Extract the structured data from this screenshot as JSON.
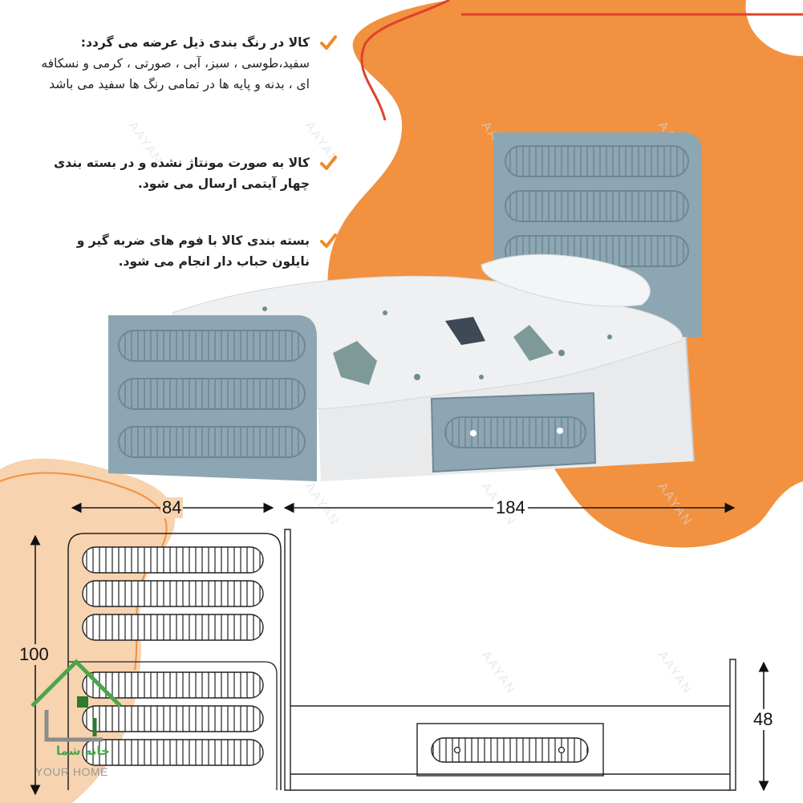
{
  "features": [
    {
      "lead": "کالا در رنگ بندی ذیل عرضه می گردد:",
      "body": "سفید،طوسی ، سبز، آبی ، صورتی ، کرمی و نسکافه ای ، بدنه و پایه ها در تمامی رنگ ها سفید می باشد"
    },
    {
      "lead": "",
      "body": "کالا به صورت مونتاژ نشده و در بسته بندی چهار آیتمی ارسال می شود."
    },
    {
      "lead": "",
      "body": "بسته بندی کالا با فوم های ضربه گیر و نایلون حباب دار انجام می شود."
    }
  ],
  "dimensions": {
    "width": "84",
    "length": "184",
    "height": "100",
    "side_height": "48"
  },
  "logo": {
    "name_fa": "خانه شما",
    "name_en": "YOUR HOME"
  },
  "watermark": "AAYAN",
  "colors": {
    "orange": "#F2913F",
    "light_orange": "#F7D3B0",
    "red_accent": "#E0412A",
    "bed_blue": "#8DA6B3",
    "bed_white": "#E9EAEB",
    "check_orange": "#F08A2B",
    "logo_green": "#4AA64A"
  }
}
